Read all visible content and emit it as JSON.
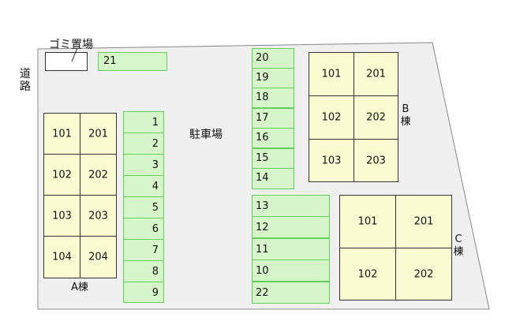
{
  "labels": {
    "road": "道路",
    "garbage": "ゴミ置場",
    "parking": "駐車場",
    "building_a": "A棟",
    "building_b": "B棟",
    "building_c": "C棟"
  },
  "parking_spaces": {
    "left_column": [
      "1",
      "2",
      "3",
      "4",
      "5",
      "6",
      "7",
      "8",
      "9"
    ],
    "center_top_column": [
      "20",
      "19",
      "18",
      "17",
      "16",
      "15",
      "14"
    ],
    "center_bottom_column": [
      "13",
      "12",
      "11",
      "10",
      "22"
    ],
    "top_single": "21"
  },
  "building_a_rooms": [
    "101",
    "201",
    "102",
    "202",
    "103",
    "203",
    "104",
    "204"
  ],
  "building_b_rooms": [
    "101",
    "201",
    "102",
    "202",
    "103",
    "203"
  ],
  "building_c_rooms": [
    "101",
    "201",
    "102",
    "202"
  ],
  "colors": {
    "lot_fill": "#d6f5c8",
    "lot_border": "#5fd15a",
    "room_fill": "#fbfbd2",
    "site_fill": "#f0f0f0"
  }
}
